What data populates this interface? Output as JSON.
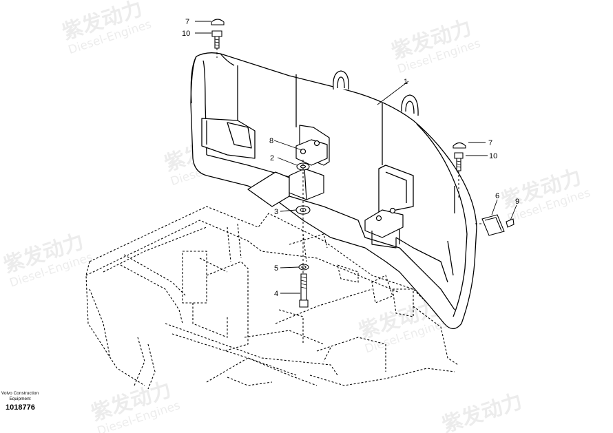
{
  "watermark": {
    "text_cn": "紫发动力",
    "text_en": "Diesel-Engines"
  },
  "callouts": {
    "c1": "1",
    "c2": "2",
    "c3": "3",
    "c4": "4",
    "c5": "5",
    "c6": "6",
    "c7a": "7",
    "c7b": "7",
    "c8": "8",
    "c9": "9",
    "c10a": "10",
    "c10b": "10"
  },
  "footer": {
    "brand_line1": "Volvo Construction",
    "brand_line2": "Equipment",
    "doc_number": "1018776"
  }
}
